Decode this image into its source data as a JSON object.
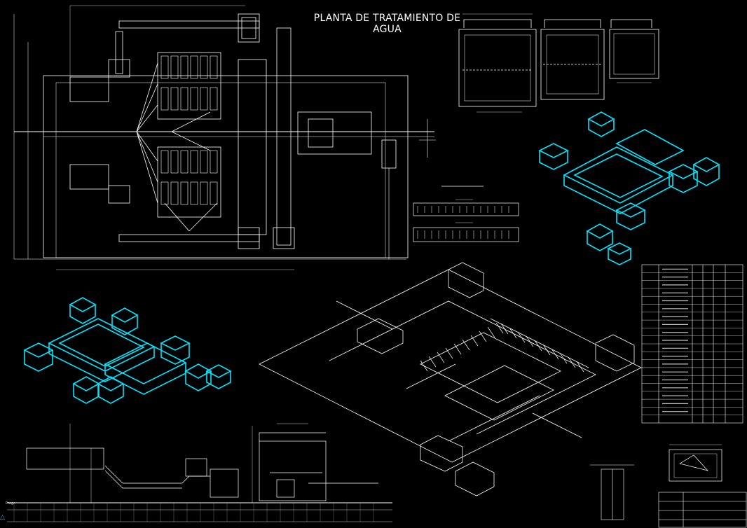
{
  "drawing": {
    "title_line1": "PLANTA DE TRATAMIENTO DE",
    "title_line2": "AGUA",
    "corner_mark": "△",
    "elevation_label": "Progr."
  },
  "colors": {
    "background": "#000000",
    "linework": "#ffffff",
    "isometric": "#00e5ff",
    "dim_grey": "#bfbfbf"
  }
}
